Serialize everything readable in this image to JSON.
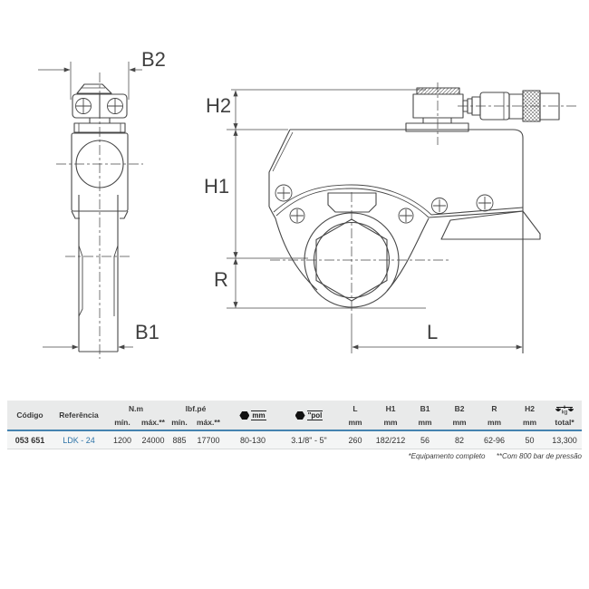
{
  "drawing": {
    "labels": {
      "b2": "B2",
      "b1": "B1",
      "h2": "H2",
      "h1": "H1",
      "r": "R",
      "l": "L"
    }
  },
  "table": {
    "header": {
      "codigo": "Código",
      "referencia": "Referência",
      "nm_group": "N.m",
      "lbf_group": "lbf.pé",
      "nm_min": "mín.",
      "nm_max": "máx.**",
      "lbf_min": "mín.",
      "lbf_max": "máx.**",
      "hex_mm_unit": "mm",
      "hex_pol_unit": "\"pol",
      "dims": [
        {
          "label": "L",
          "unit": "mm"
        },
        {
          "label": "H1",
          "unit": "mm"
        },
        {
          "label": "B1",
          "unit": "mm"
        },
        {
          "label": "B2",
          "unit": "mm"
        },
        {
          "label": "R",
          "unit": "mm"
        },
        {
          "label": "H2",
          "unit": "mm"
        }
      ],
      "weight_icon_text": "kg",
      "weight_unit": "total*"
    },
    "row": {
      "codigo": "053 651",
      "referencia": "LDK - 24",
      "nm_min": "1200",
      "nm_max": "24000",
      "lbf_min": "885",
      "lbf_max": "17700",
      "hex_mm": "80-130",
      "hex_pol": "3.1/8\" - 5\"",
      "dims": [
        "260",
        "182/212",
        "56",
        "82",
        "62-96",
        "50"
      ],
      "weight": "13,300"
    },
    "footnote_1": "*Equipamento completo",
    "footnote_2": "**Com 800 bar de pressão"
  },
  "colors": {
    "accent_blue": "#4583b0",
    "reference_link_blue": "#2e74a8",
    "header_bg": "#e9eaea",
    "row_bg": "#f4f5f5",
    "line_gray": "#474747"
  }
}
